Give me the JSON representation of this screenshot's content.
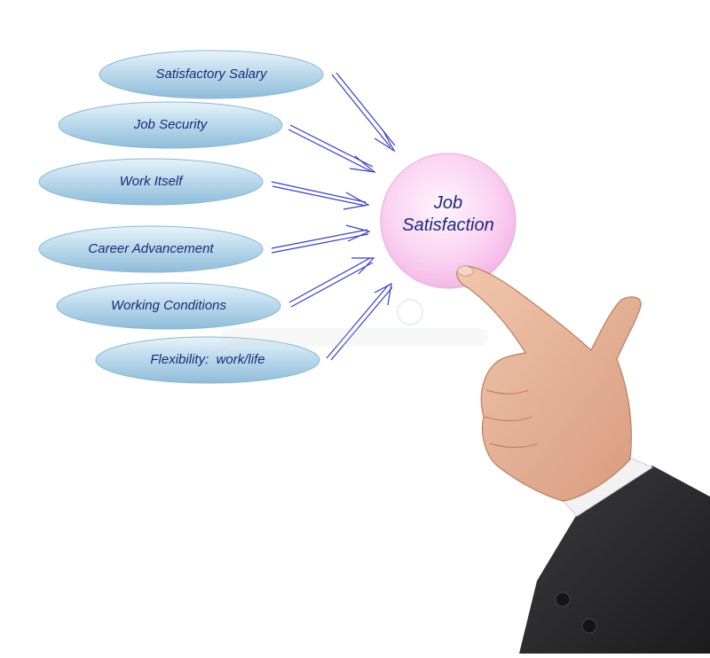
{
  "diagram": {
    "center": {
      "label_line1": "Job",
      "label_line2": "Satisfaction",
      "color": "#f9c8ef"
    },
    "factors": [
      {
        "label": "Satisfactory Salary"
      },
      {
        "label": "Job Security"
      },
      {
        "label": "Work Itself"
      },
      {
        "label": "Career Advancement"
      },
      {
        "label": "Working Conditions"
      },
      {
        "label": "Flexibility:  work/life"
      }
    ],
    "colors": {
      "ellipse": "#a9cde4",
      "arrow": "#3a3fbf",
      "text": "#1b2a78",
      "sleeve": "#2e2e30",
      "skin": "#e7b59a"
    }
  }
}
